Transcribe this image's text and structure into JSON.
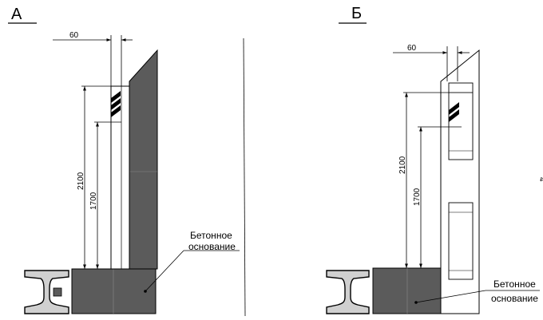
{
  "panels": {
    "a": {
      "label": "А",
      "dim_offset": "60",
      "dim_total_height": "2100",
      "dim_stripe_height": "1700",
      "callout_line1": "Бетонное",
      "callout_line2": "основание"
    },
    "b": {
      "label": "Б",
      "dim_offset": "60",
      "dim_total_height": "2100",
      "dim_stripe_height": "1700",
      "callout_line1": "Бетонное",
      "callout_line2": "основание"
    }
  },
  "side_mark": "4",
  "colors": {
    "concrete": "#5b5b5b",
    "line": "#000000",
    "paper": "#ffffff"
  }
}
